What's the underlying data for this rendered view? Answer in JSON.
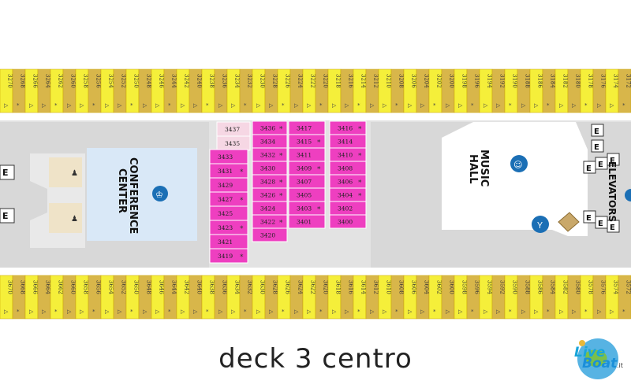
{
  "colors": {
    "corridor": "#f5ef3a",
    "corridor_dark": "#d8b64a",
    "pink": "#ee3fc0",
    "light_pink": "#f6d7e4",
    "blue": "#d9e8f7",
    "gray": "#d0d0d0",
    "icon_blue": "#1b6fb5"
  },
  "top_cabins": [
    "3270",
    "3268",
    "3266",
    "3264",
    "3262",
    "3260",
    "3258",
    "3256",
    "3254",
    "3252",
    "3250",
    "3248",
    "3246",
    "3244",
    "3242",
    "3240",
    "3238",
    "3236",
    "3234",
    "3232",
    "3230",
    "3228",
    "3226",
    "3224",
    "3222",
    "3220",
    "3218",
    "3216",
    "3214",
    "3212",
    "3210",
    "3208",
    "3206",
    "3204",
    "3202",
    "3200",
    "3198",
    "3196",
    "3194",
    "3192",
    "3190",
    "3188",
    "3186",
    "3184",
    "3182",
    "3180",
    "3178",
    "3176",
    "3174",
    "3172"
  ],
  "bottom_cabins": [
    "3670",
    "3668",
    "3666",
    "3664",
    "3662",
    "3660",
    "3658",
    "3656",
    "3654",
    "3652",
    "3650",
    "3648",
    "3646",
    "3644",
    "3642",
    "3640",
    "3638",
    "3636",
    "3634",
    "3632",
    "3630",
    "3628",
    "3626",
    "3624",
    "3622",
    "3620",
    "3618",
    "3616",
    "3614",
    "3612",
    "3610",
    "3608",
    "3606",
    "3604",
    "3602",
    "3600",
    "3598",
    "3596",
    "3594",
    "3592",
    "3590",
    "3588",
    "3586",
    "3584",
    "3582",
    "3580",
    "3578",
    "3576",
    "3574",
    "3572"
  ],
  "pink_col1": [
    "3433",
    "3431",
    "3429",
    "3427",
    "3425",
    "3423",
    "3421",
    "3419"
  ],
  "pink_col1_top": [
    "3437",
    "3435"
  ],
  "pink_col2": [
    "3436",
    "3434",
    "3432",
    "3430",
    "3428",
    "3426",
    "3424",
    "3422",
    "3420"
  ],
  "pink_col3": [
    "3417",
    "3415",
    "3411",
    "3409",
    "3407",
    "3405",
    "3403",
    "3401"
  ],
  "pink_col4": [
    "3416",
    "3414",
    "3410",
    "3408",
    "3406",
    "3404",
    "3402",
    "3400"
  ],
  "rooms": {
    "conference_line1": "CONFERENCE",
    "conference_line2": "CENTER",
    "music_line1": "MUSIC",
    "music_line2": "HALL",
    "elevators": "ELEVATORS",
    "elevator_letter": "E"
  },
  "caption": "deck 3 centro",
  "logo": {
    "line1": "Live",
    "line2": "Boat",
    "line3": ".it"
  }
}
